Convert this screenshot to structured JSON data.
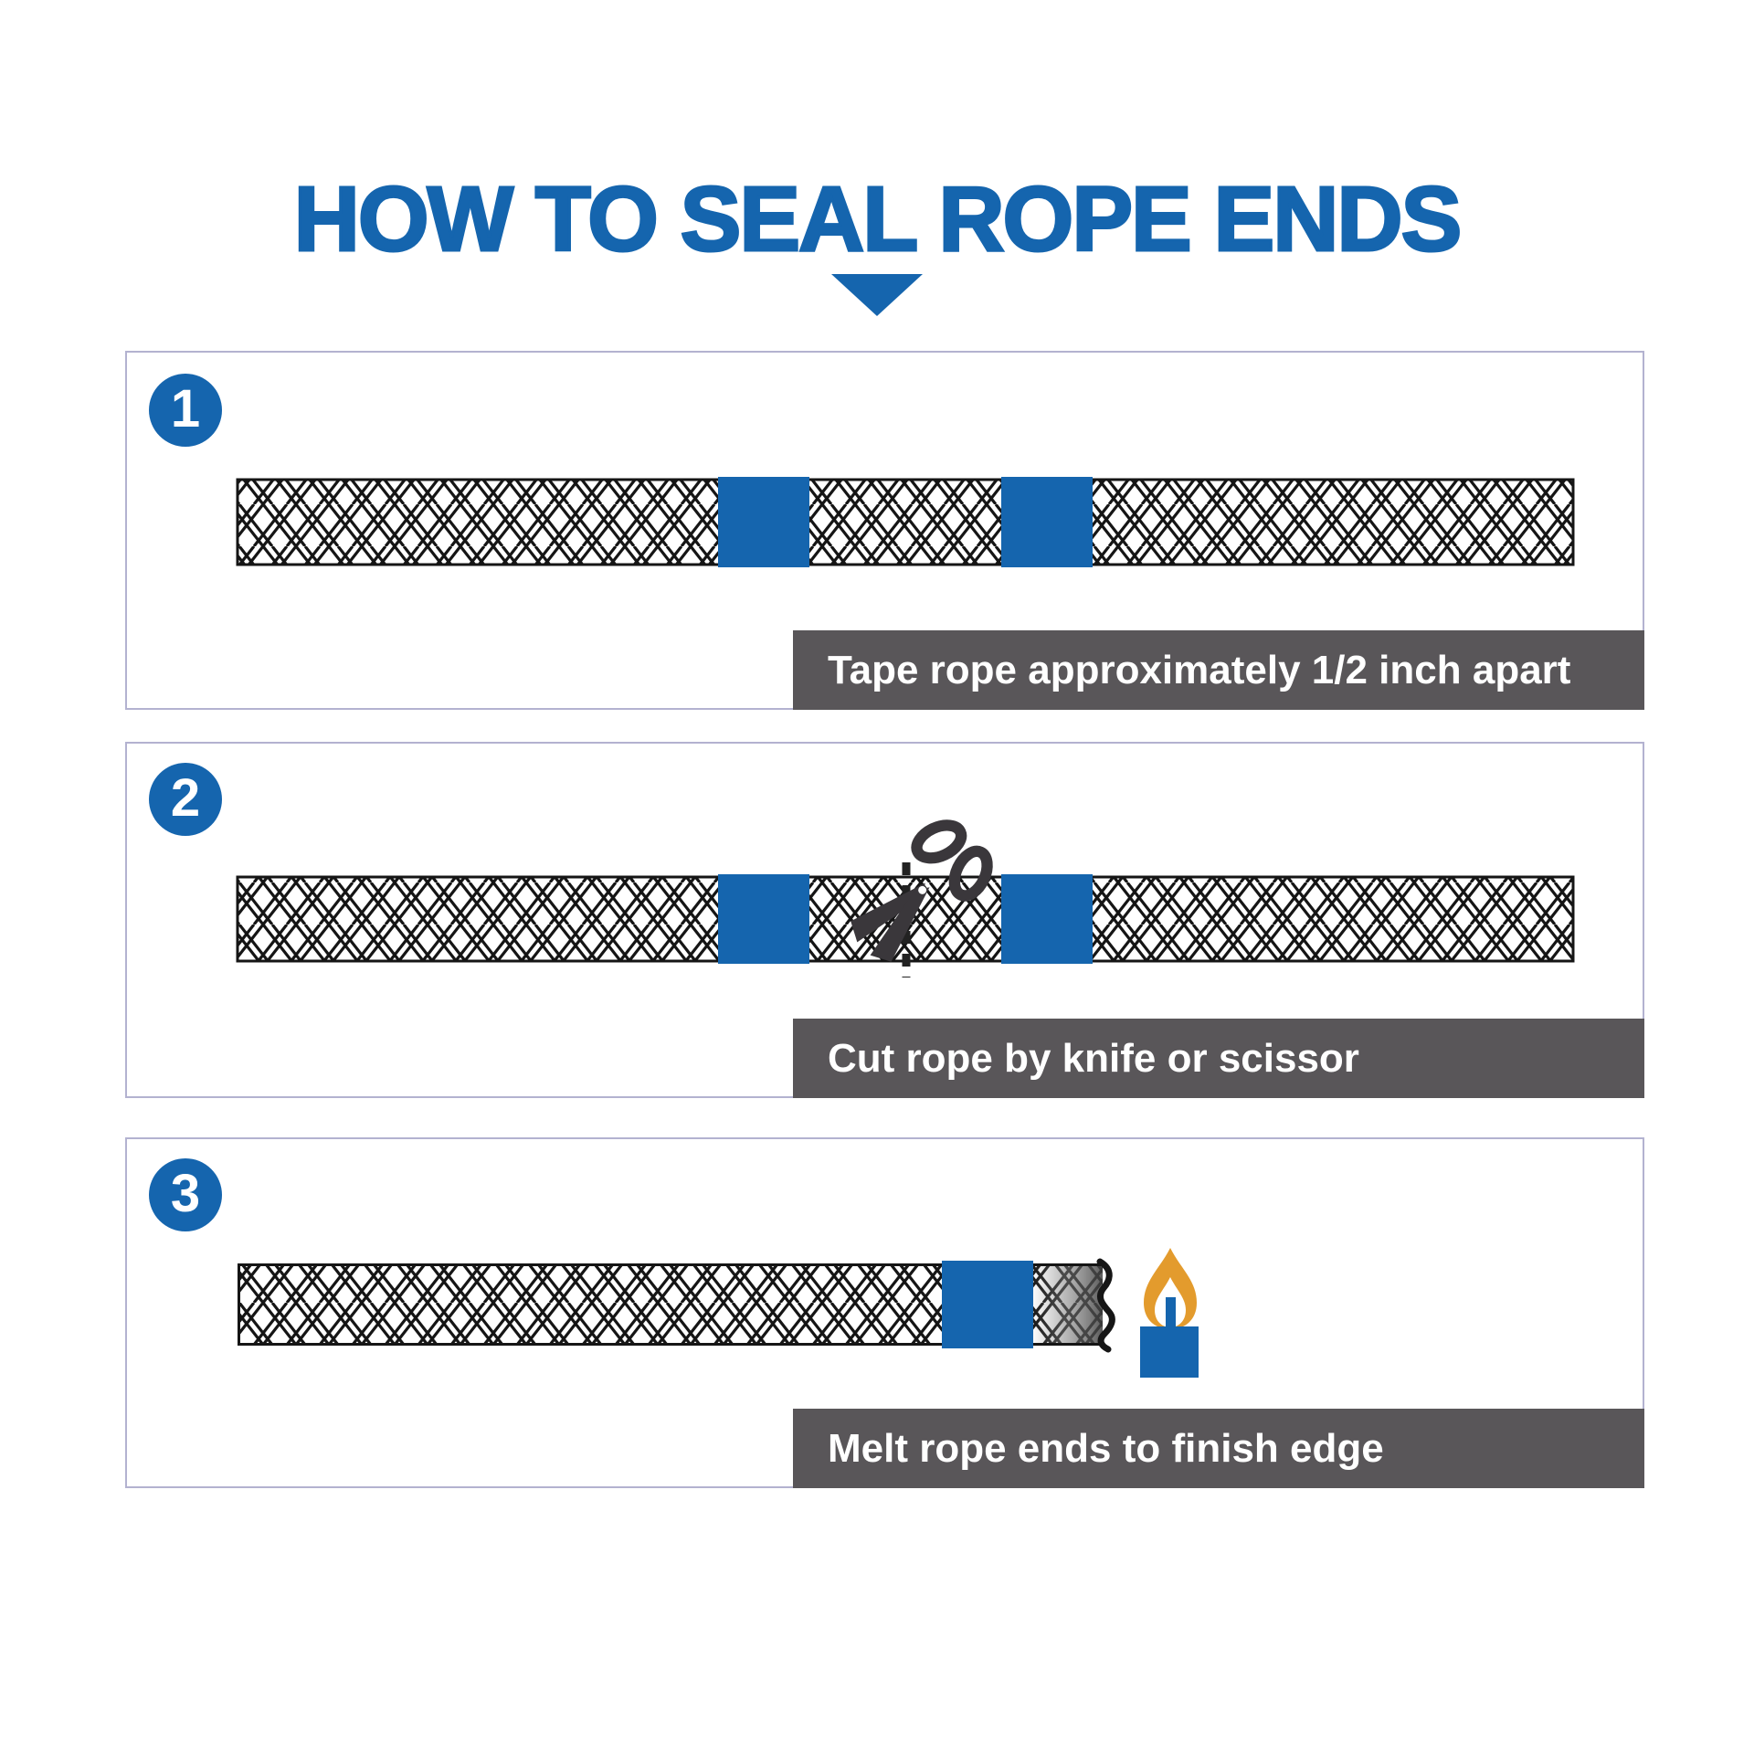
{
  "title": {
    "text": "HOW TO SEAL ROPE ENDS"
  },
  "steps": [
    {
      "number": "1",
      "caption": "Tape rope approximately 1/2 inch apart"
    },
    {
      "number": "2",
      "caption": "Cut rope by knife or scissor"
    },
    {
      "number": "3",
      "caption": "Melt rope ends to finish edge"
    }
  ],
  "icons": {
    "title_marker": "down-triangle-icon",
    "step2_tool": "scissors-icon",
    "step2_cut": "dashed-cut-line",
    "step3_tool": "candle-flame-icon"
  },
  "colors": {
    "brand_blue": "#1565ae",
    "caption_bg": "#595659",
    "caption_text": "#ffffff",
    "box_border": "#b3b2d0",
    "rope_line": "#151515",
    "flame_orange": "#e39b2d",
    "scissors_gray": "#3a373b"
  }
}
